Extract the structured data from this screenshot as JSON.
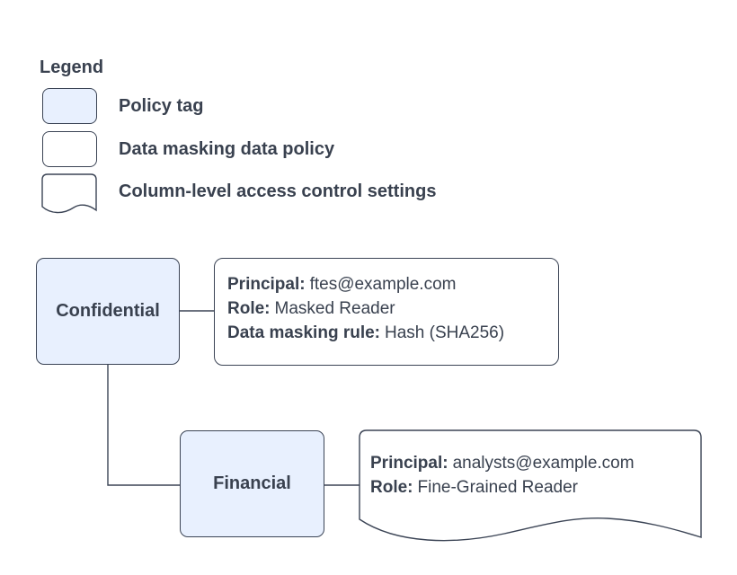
{
  "legend": {
    "title": "Legend",
    "items": [
      {
        "label": "Policy tag",
        "swatch": "policy-tag-rounded-rect-blue"
      },
      {
        "label": "Data masking data policy",
        "swatch": "data-policy-rounded-rect-white"
      },
      {
        "label": "Column-level access control settings",
        "swatch": "document-wave-shape"
      }
    ]
  },
  "diagram": {
    "nodes": {
      "confidential": {
        "label": "Confidential"
      },
      "financial": {
        "label": "Financial"
      }
    },
    "masking_policy_card": {
      "lines": [
        {
          "label": "Principal:",
          "value": "ftes@example.com"
        },
        {
          "label": "Role:",
          "value": "Masked Reader"
        },
        {
          "label": "Data masking rule:",
          "value": "Hash (SHA256)"
        }
      ]
    },
    "access_control_card": {
      "lines": [
        {
          "label": "Principal:",
          "value": "analysts@example.com"
        },
        {
          "label": "Role:",
          "value": "Fine-Grained Reader"
        }
      ]
    }
  },
  "colors": {
    "policy_tag_fill": "#e8f0fe",
    "card_fill": "#ffffff",
    "stroke": "#3b4455",
    "text": "#39414f",
    "background": "#ffffff"
  }
}
